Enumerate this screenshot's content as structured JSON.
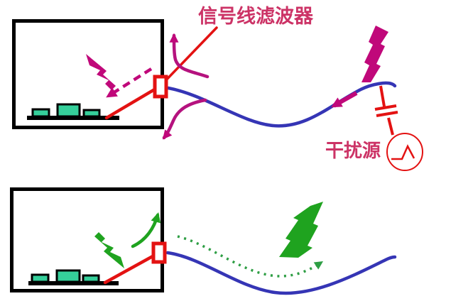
{
  "diagram": {
    "type": "EMC signal-line filter diagram (two panels)",
    "labels": {
      "signal_line_filter": "信号线滤波器",
      "interference_source": "干扰源"
    },
    "colors": {
      "background": "#ffffff",
      "enclosure_black": "#000000",
      "signal_red": "#e31212",
      "cable_blue": "#3535b5",
      "interference_magenta": "#c0087a",
      "label_text": "#cc3366",
      "clean_green": "#1fa31f",
      "dotted_green": "#2e9e44",
      "component_green": "#35cf9a"
    },
    "icons": {
      "lightning_bolt": "interference / emission symbol",
      "capacitor": "coupling capacitance symbol",
      "pulse_source": "circle with transient pulse waveform"
    }
  }
}
